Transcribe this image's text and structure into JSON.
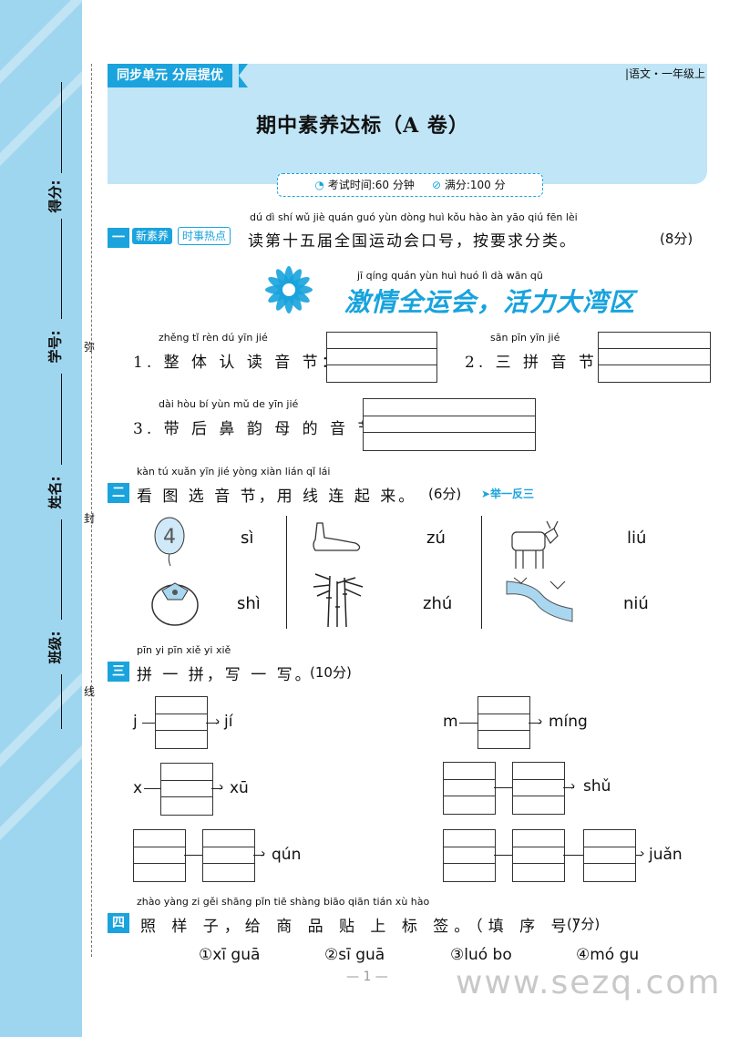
{
  "side": {
    "score_label": "得分:",
    "id_label": "学号:",
    "name_label": "姓名:",
    "class_label": "班级:",
    "seal": [
      "弥",
      "封",
      "线"
    ]
  },
  "header": {
    "tag": "同步单元 分层提优",
    "subject": "|语文・一年级上",
    "title": "期中素养达标（A 卷）",
    "time": "考试时间:60 分钟",
    "full": "满分:100 分"
  },
  "section1": {
    "num": "一",
    "pill1": "新素养",
    "pill2": "时事热点",
    "pinyin": "dú dì shí wǔ jiè quán guó yùn dòng huì kǒu hào   àn yāo qiú fēn lèi",
    "text": "读第十五届全国运动会口号，按要求分类。",
    "score": "(8分)",
    "slogan_pinyin": "jī qíng quán yùn huì      huó  lì  dà  wān qū",
    "slogan": "激情全运会，活力大湾区",
    "q1_pinyin": "zhěng  tǐ  rèn  dú  yīn  jié",
    "q1": "1. 整 体 认 读 音 节：",
    "q2_pinyin": "sān  pīn  yīn  jié",
    "q2": "2. 三 拼 音 节：",
    "q3_pinyin": "dài hòu  bí  yùn  mǔ  de  yīn  jié",
    "q3": "3. 带 后 鼻 韵 母 的 音 节："
  },
  "section2": {
    "num": "二",
    "pinyin": "kàn  tú  xuǎn  yīn  jié    yòng xiàn lián  qǐ  lái",
    "text": "看 图 选 音 节，用 线 连 起 来。",
    "score": "(6分)",
    "extra": "➤举一反三",
    "col1": [
      "sì",
      "shì"
    ],
    "col2": [
      "zú",
      "zhú"
    ],
    "col3": [
      "liú",
      "niú"
    ]
  },
  "section3": {
    "num": "三",
    "pinyin": "pīn  yi  pīn    xiě  yi  xiě",
    "text": "拼 一 拼，写 一 写。",
    "score": "(10分)",
    "items": {
      "a_left": "j",
      "a_right": "jí",
      "b_left": "m",
      "b_right": "míng",
      "c_left": "x",
      "c_right": "xū",
      "d_right": "shǔ",
      "e_right": "qún",
      "f_right": "juǎn"
    }
  },
  "section4": {
    "num": "四",
    "pinyin": "zhào yàng  zi    gěi shāng pǐn  tiē  shàng biāo qiān          tián  xù  hào",
    "text": "照 样 子，给 商 品 贴 上 标 签。（填 序 号）",
    "score": "(7分)",
    "options": [
      "①xī guā",
      "②sī guā",
      "③luó bo",
      "④mó gu"
    ]
  },
  "footer": {
    "page": "— 1 —",
    "watermark": "www.sezq.com"
  }
}
